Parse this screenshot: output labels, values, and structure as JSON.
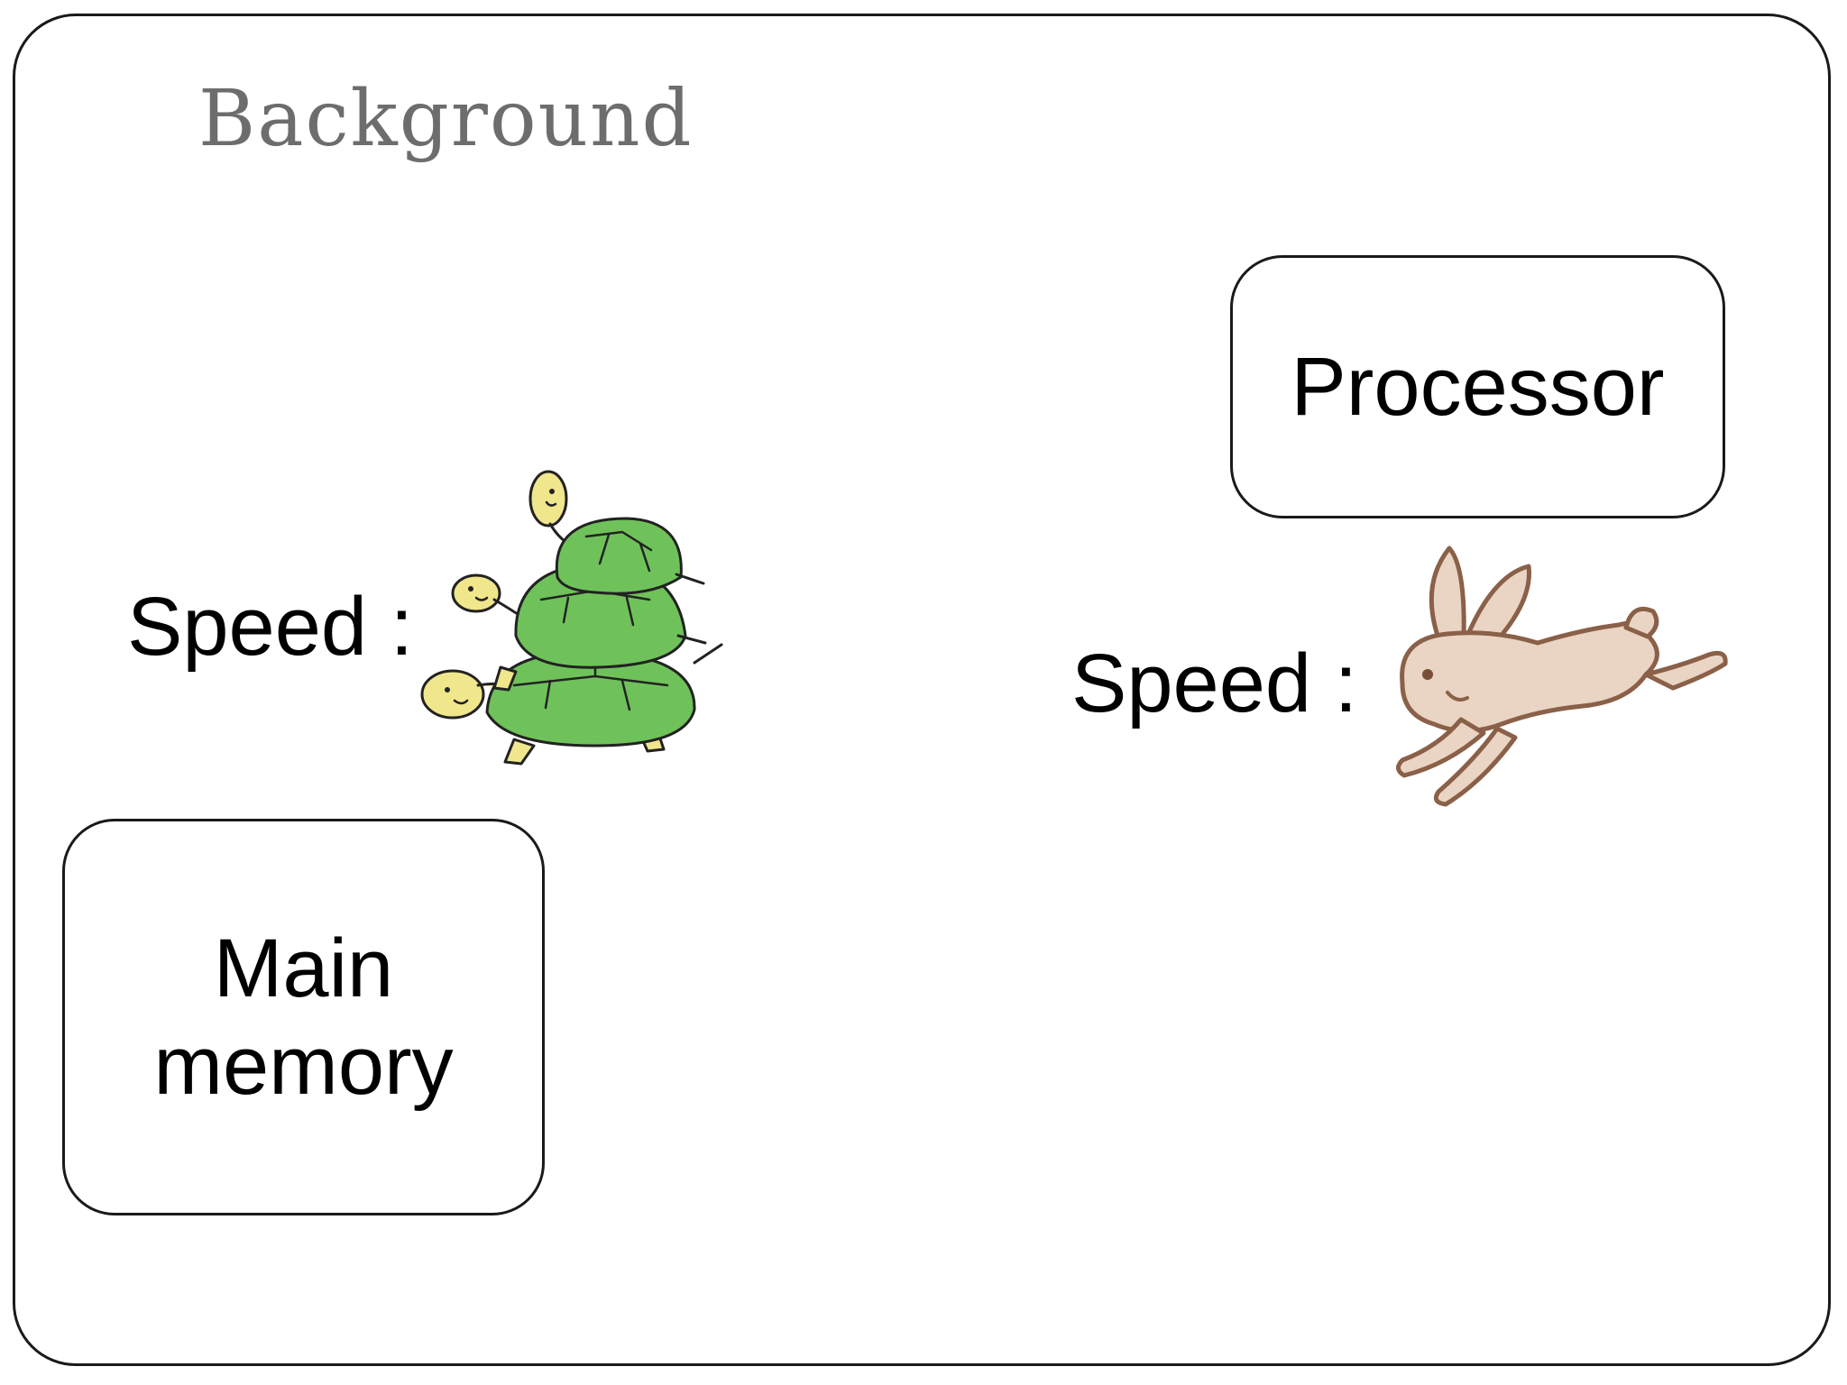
{
  "slide": {
    "title": "Background"
  },
  "processor": {
    "label": "Processor",
    "speed_label": "Speed :",
    "speed_icon": "rabbit-icon"
  },
  "main_memory": {
    "label_line1": "Main",
    "label_line2": "memory",
    "speed_label": "Speed :",
    "speed_icon": "turtle-stack-icon"
  },
  "colors": {
    "title": "#6d6d6d",
    "text": "#000000",
    "border": "#1a1a1a",
    "turtle_shell": "#6fc25a",
    "turtle_skin": "#f0e68c",
    "rabbit_fur": "#ead4c4",
    "rabbit_outline": "#8a6048"
  }
}
